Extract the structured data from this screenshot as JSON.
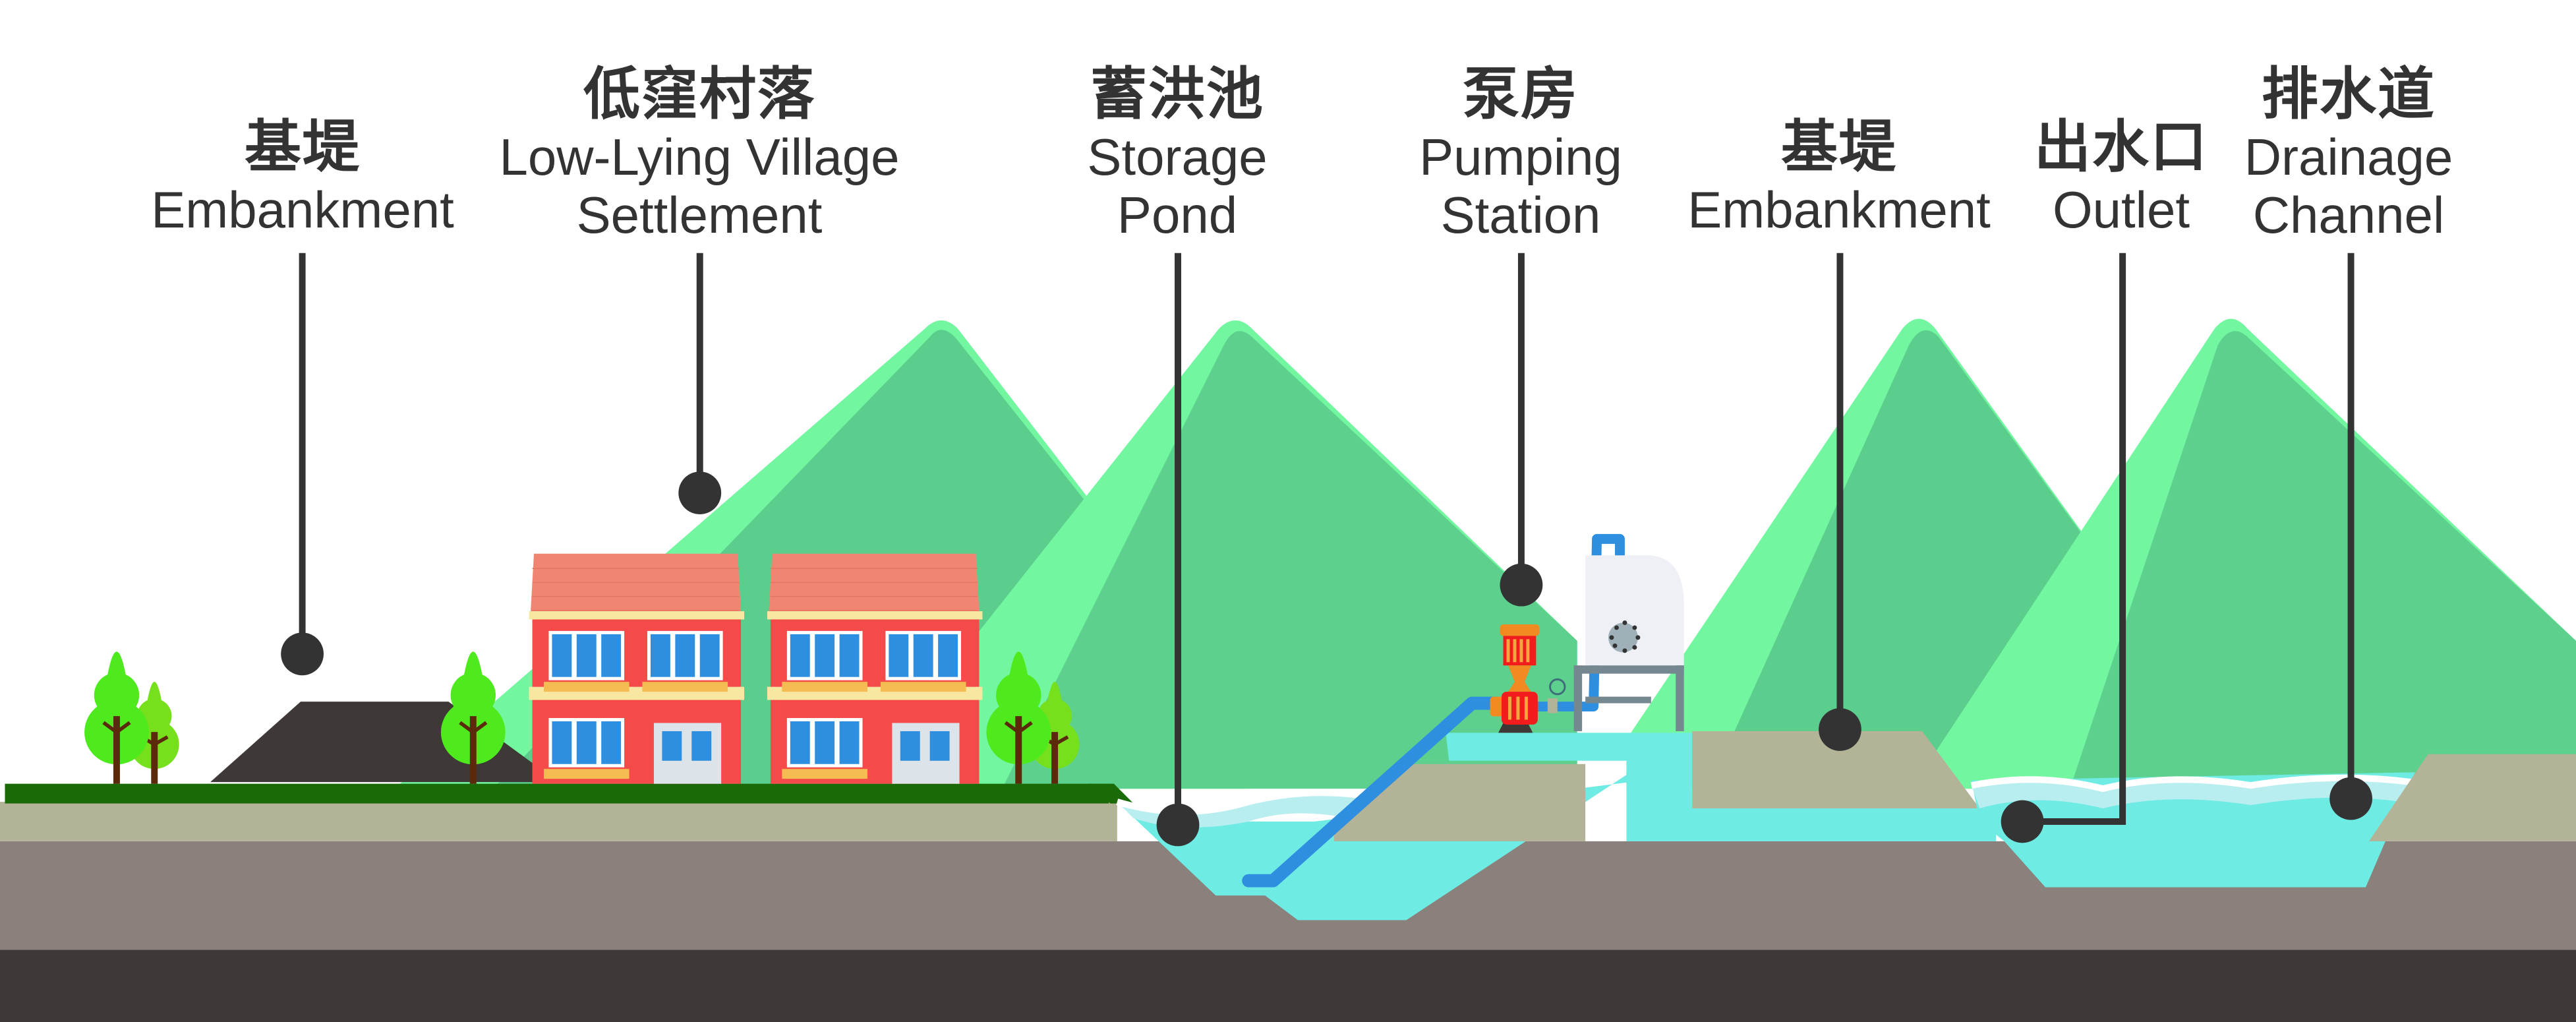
{
  "title": "Low-lying village flood protection scheme cross-section",
  "labels": [
    {
      "id": "embankment-left",
      "zh": "基堤",
      "en": [
        "Embankment"
      ]
    },
    {
      "id": "village",
      "zh": "低窪村落",
      "en": [
        "Low-Lying Village",
        "Settlement"
      ]
    },
    {
      "id": "storage-pond",
      "zh": "蓄洪池",
      "en": [
        "Storage",
        "Pond"
      ]
    },
    {
      "id": "pumping-station",
      "zh": "泵房",
      "en": [
        "Pumping",
        "Station"
      ]
    },
    {
      "id": "embankment-right",
      "zh": "基堤",
      "en": [
        "Embankment"
      ]
    },
    {
      "id": "outlet",
      "zh": "出水口",
      "en": [
        "Outlet"
      ]
    },
    {
      "id": "drainage-channel",
      "zh": "排水道",
      "en": [
        "Drainage",
        "Channel"
      ]
    }
  ],
  "colors": {
    "label_text": "#333333",
    "leader": "#333333",
    "mountain_light": "#72F7A0",
    "mountain_dark": "#5DD08E",
    "grass": "#1A6B07",
    "soil_top": "#B3B398",
    "soil_mid": "#8A807C",
    "bedrock": "#3E3936",
    "embankment": "#3E3936",
    "water": "#6EEBE2",
    "water_foam": "#B8EEF0",
    "pipe": "#2E8FE0",
    "pump_red": "#F31C1C",
    "pump_orange": "#F28A22",
    "brick": "#F44A4A",
    "roof": "#F08672",
    "window": "#2E8FE0",
    "tree_dark": "#4EEA1E",
    "tree_light": "#77E01C",
    "trunk": "#5A2A0A"
  }
}
